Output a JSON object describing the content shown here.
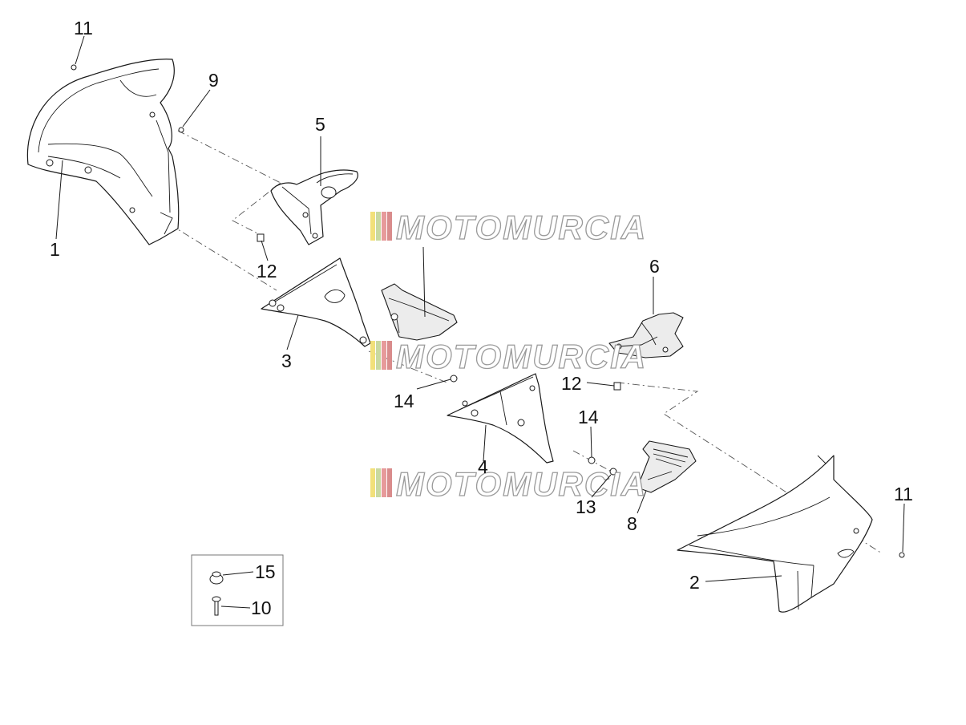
{
  "diagram": {
    "callouts": [
      {
        "id": "c11a",
        "label": "11"
      },
      {
        "id": "c9",
        "label": "9"
      },
      {
        "id": "c5",
        "label": "5"
      },
      {
        "id": "c1",
        "label": "1"
      },
      {
        "id": "c12a",
        "label": "12"
      },
      {
        "id": "c3",
        "label": "3"
      },
      {
        "id": "c6",
        "label": "6"
      },
      {
        "id": "c12b",
        "label": "12"
      },
      {
        "id": "c14a",
        "label": "14"
      },
      {
        "id": "c14b",
        "label": "14"
      },
      {
        "id": "c4",
        "label": "4"
      },
      {
        "id": "c13",
        "label": "13"
      },
      {
        "id": "c8",
        "label": "8"
      },
      {
        "id": "c11b",
        "label": "11"
      },
      {
        "id": "c2",
        "label": "2"
      },
      {
        "id": "c15",
        "label": "15"
      },
      {
        "id": "c10",
        "label": "10"
      }
    ]
  },
  "watermark": {
    "text": "MOTOMURCIA",
    "stripe_colors": [
      "#f2e07a",
      "#c9d9a0",
      "#e79a9a",
      "#d98c8c"
    ]
  }
}
